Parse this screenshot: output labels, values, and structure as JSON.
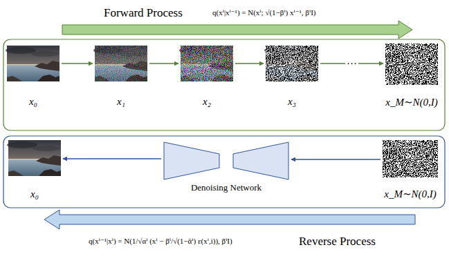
{
  "diagram": {
    "nodes": [
      {
        "text": [
          "x₀"
        ]
      },
      {
        "text": [
          "x₁"
        ]
      },
      {
        "text": [
          "x₂"
        ]
      },
      {
        "text": [
          "x₃"
        ]
      },
      {
        "text": [
          "x_M∼N(0,I)"
        ]
      },
      {
        "text": [
          "x₀"
        ]
      },
      {
        "text": [
          "Denoising Network"
        ]
      },
      {
        "text": [
          "x_M∼N(0,I)"
        ]
      }
    ],
    "edges": [
      {
        "from": 0,
        "to": 1,
        "arrow": "to"
      },
      {
        "from": 1,
        "to": 2,
        "arrow": "to"
      },
      {
        "from": 2,
        "to": 3,
        "arrow": "to"
      },
      {
        "from": 3,
        "to": 4,
        "label": "···",
        "arrow": "to"
      },
      {
        "from": 7,
        "to": 6,
        "arrow": "to"
      },
      {
        "from": 6,
        "to": 5,
        "arrow": "to"
      }
    ],
    "labels": [
      "Forward Process",
      "q(xⁱ|xⁱ⁻¹) = N(xⁱ; √(1−βⁱ) xⁱ⁻¹, βⁱI)",
      "q(xⁱ⁻¹|xⁱ) = N(1/√αⁱ (xⁱ − βⁱ/√(1−ᾱⁱ) ε(xⁱ,i)), βⁱI)",
      "Reverse Process"
    ]
  }
}
